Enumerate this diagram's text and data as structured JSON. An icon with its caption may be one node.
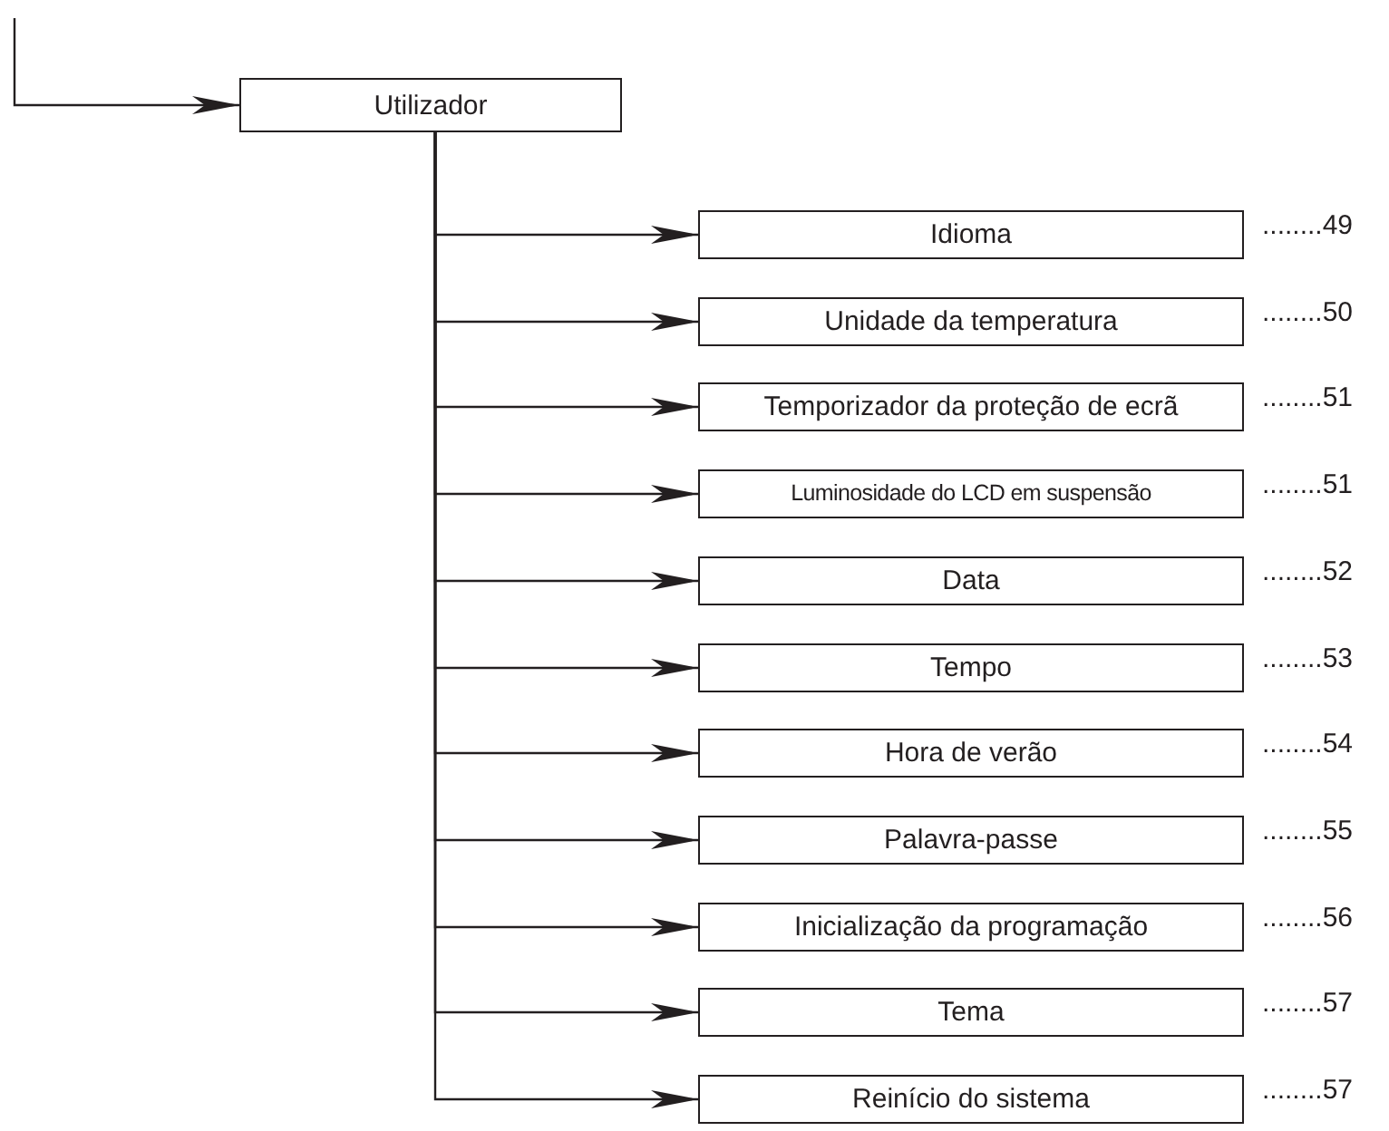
{
  "diagram": {
    "nodes": [
      {
        "text": [
          "Utilizador"
        ]
      },
      {
        "text": [
          "Idioma"
        ],
        "beside": [
          "........49"
        ]
      },
      {
        "text": [
          "Unidade da temperatura"
        ],
        "beside": [
          "........50"
        ]
      },
      {
        "text": [
          "Temporizador da proteção de ecrã"
        ],
        "beside": [
          "........51"
        ]
      },
      {
        "text": [
          "Luminosidade do LCD em suspensão"
        ],
        "beside": [
          "........51"
        ]
      },
      {
        "text": [
          "Data"
        ],
        "beside": [
          "........52"
        ]
      },
      {
        "text": [
          "Tempo"
        ],
        "beside": [
          "........53"
        ]
      },
      {
        "text": [
          "Hora de verão"
        ],
        "beside": [
          "........54"
        ]
      },
      {
        "text": [
          "Palavra-passe"
        ],
        "beside": [
          "........55"
        ]
      },
      {
        "text": [
          "Inicialização da programação"
        ],
        "beside": [
          "........56"
        ]
      },
      {
        "text": [
          "Tema"
        ],
        "beside": [
          "........57"
        ]
      },
      {
        "text": [
          "Reinício do sistema"
        ],
        "beside": [
          "........57"
        ]
      }
    ],
    "edges": [
      {
        "from": null,
        "to": 0,
        "arrow": "to"
      },
      {
        "from": 0,
        "to": 1,
        "arrow": "to"
      },
      {
        "from": 0,
        "to": 2,
        "arrow": "to"
      },
      {
        "from": 0,
        "to": 3,
        "arrow": "to"
      },
      {
        "from": 0,
        "to": 4,
        "arrow": "to"
      },
      {
        "from": 0,
        "to": 5,
        "arrow": "to"
      },
      {
        "from": 0,
        "to": 6,
        "arrow": "to"
      },
      {
        "from": 0,
        "to": 7,
        "arrow": "to"
      },
      {
        "from": 0,
        "to": 8,
        "arrow": "to"
      },
      {
        "from": 0,
        "to": 9,
        "arrow": "to"
      },
      {
        "from": 0,
        "to": 10,
        "arrow": "to"
      },
      {
        "from": 0,
        "to": 11,
        "arrow": "to"
      }
    ]
  }
}
